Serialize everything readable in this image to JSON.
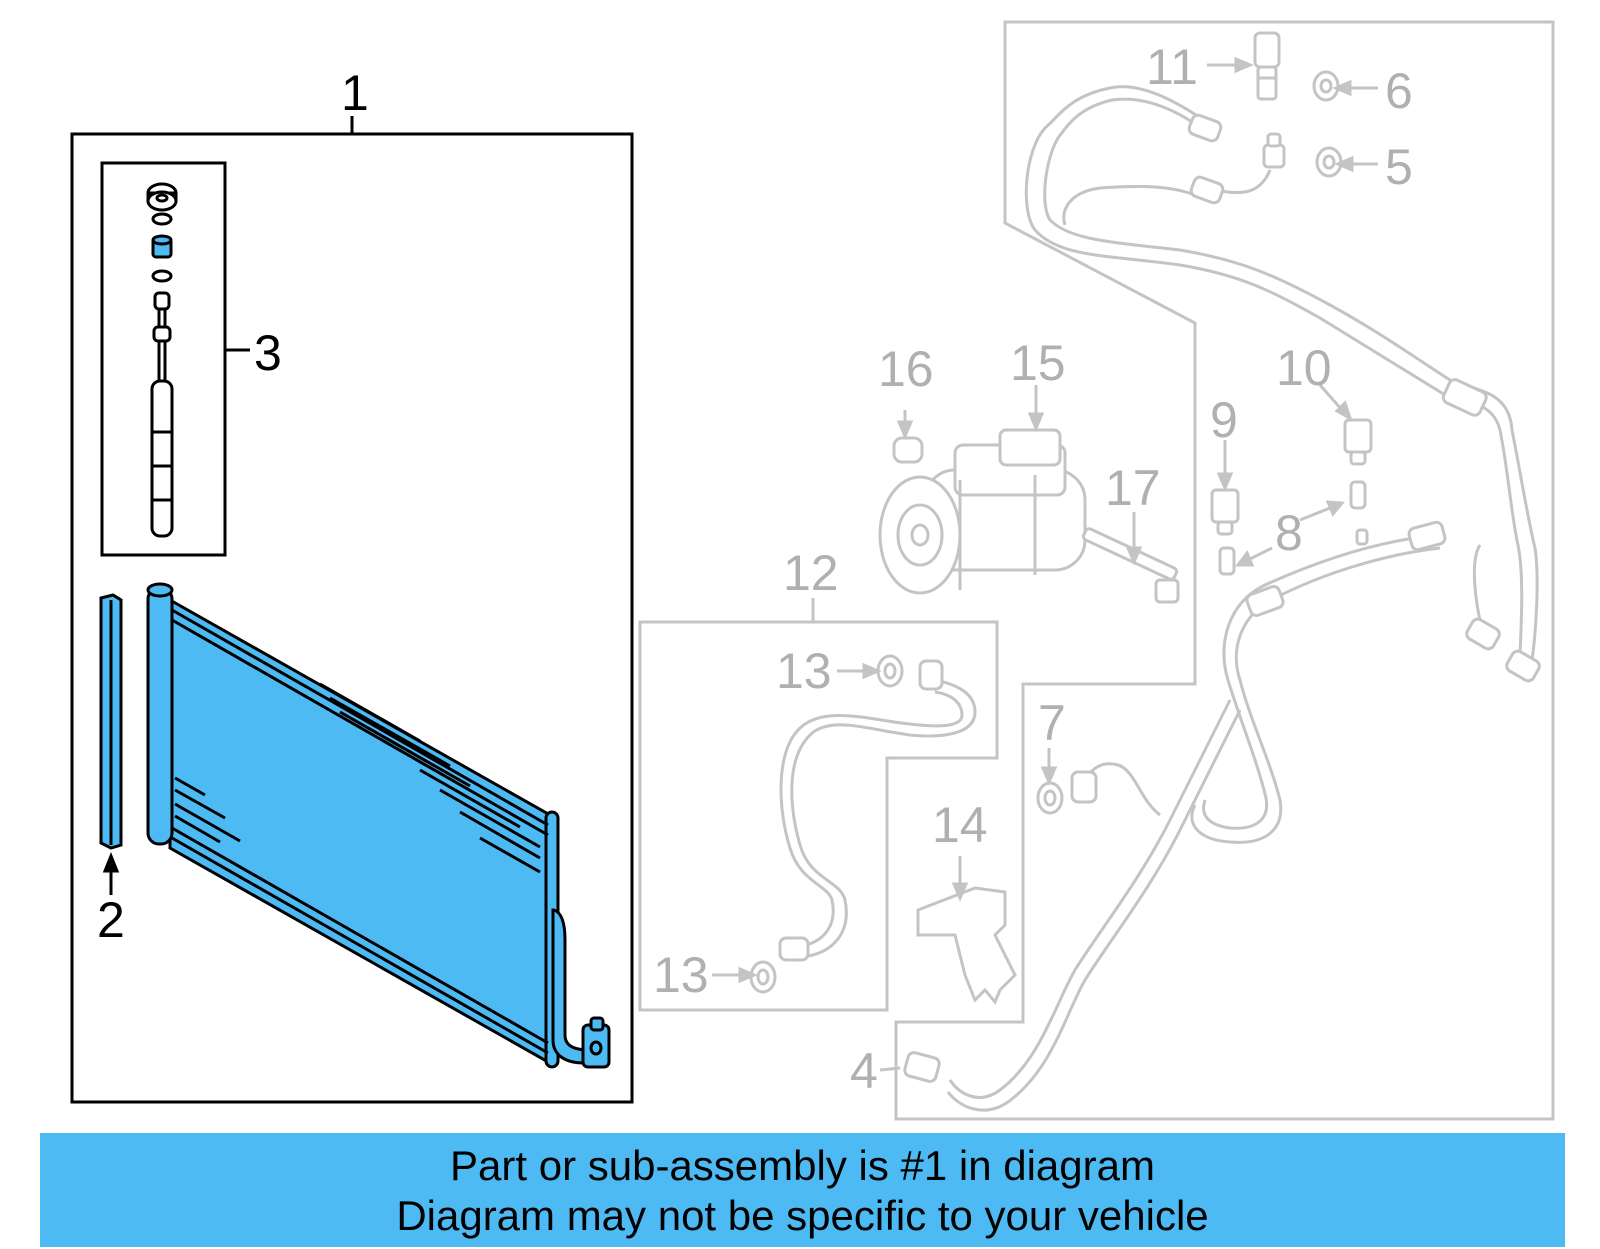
{
  "diagram": {
    "colors": {
      "highlight": "#4dbaf4",
      "line": "#000000",
      "inactive": "#c4c4c4"
    },
    "callouts": [
      {
        "id": "c1",
        "label": "1",
        "highlighted": true
      },
      {
        "id": "c2",
        "label": "2",
        "highlighted": true
      },
      {
        "id": "c3",
        "label": "3",
        "highlighted": true
      },
      {
        "id": "c4",
        "label": "4",
        "highlighted": false
      },
      {
        "id": "c5",
        "label": "5",
        "highlighted": false
      },
      {
        "id": "c6",
        "label": "6",
        "highlighted": false
      },
      {
        "id": "c7",
        "label": "7",
        "highlighted": false
      },
      {
        "id": "c8",
        "label": "8",
        "highlighted": false
      },
      {
        "id": "c9",
        "label": "9",
        "highlighted": false
      },
      {
        "id": "c10",
        "label": "10",
        "highlighted": false
      },
      {
        "id": "c11",
        "label": "11",
        "highlighted": false
      },
      {
        "id": "c12",
        "label": "12",
        "highlighted": false
      },
      {
        "id": "c13a",
        "label": "13",
        "highlighted": false
      },
      {
        "id": "c13b",
        "label": "13",
        "highlighted": false
      },
      {
        "id": "c14",
        "label": "14",
        "highlighted": false
      },
      {
        "id": "c15",
        "label": "15",
        "highlighted": false
      },
      {
        "id": "c16",
        "label": "16",
        "highlighted": false
      },
      {
        "id": "c17",
        "label": "17",
        "highlighted": false
      }
    ]
  },
  "banner": {
    "line1": "Part or sub-assembly is #1 in diagram",
    "line2": "Diagram may not be specific to your vehicle"
  }
}
